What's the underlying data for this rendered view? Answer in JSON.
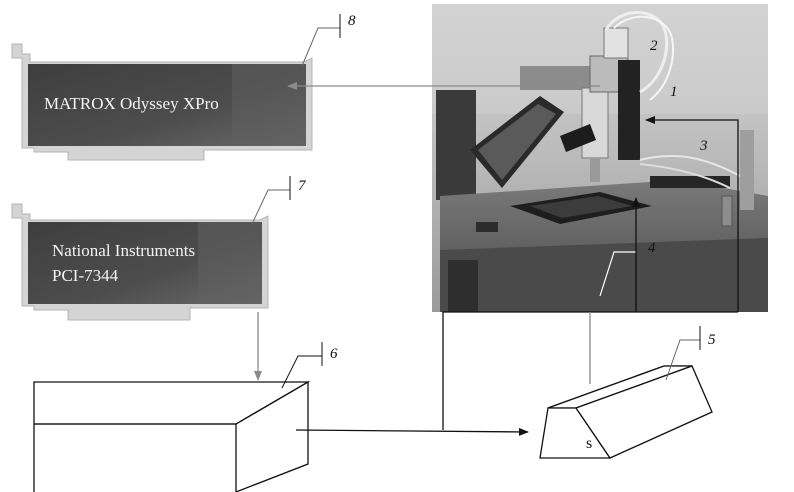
{
  "cards": {
    "matrox": {
      "label": "MATROX Odyssey XPro"
    },
    "ni": {
      "line1": "National Instruments",
      "line2": "PCI-7344"
    }
  },
  "callouts": {
    "n1": "1",
    "n2": "2",
    "n3": "3",
    "n4": "4",
    "n5": "5",
    "n6": "6",
    "n7": "7",
    "n8": "8"
  },
  "controller": {
    "label": "s"
  },
  "colors": {
    "card_face": "#4a4a4a",
    "card_border": "#c8c8c8",
    "line": "#111111",
    "grey_line": "#8a8a8a"
  }
}
